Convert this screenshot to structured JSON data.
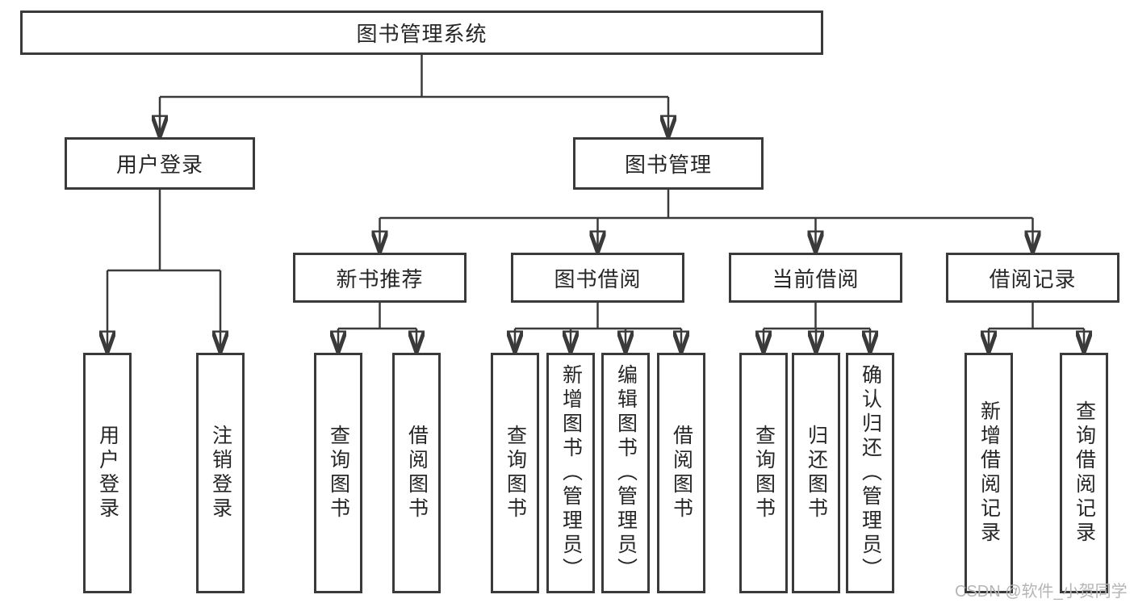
{
  "tree": {
    "root": "图书管理系统",
    "branches": [
      {
        "label": "用户登录",
        "leaves": [
          "用户登录",
          "注销登录"
        ]
      },
      {
        "label": "图书管理",
        "groups": [
          {
            "label": "新书推荐",
            "leaves": [
              "查询图书",
              "借阅图书"
            ]
          },
          {
            "label": "图书借阅",
            "leaves": [
              "查询图书",
              "新增图书（管理员）",
              "编辑图书（管理员）",
              "借阅图书"
            ]
          },
          {
            "label": "当前借阅",
            "leaves": [
              "查询图书",
              "归还图书",
              "确认归还（管理员）"
            ]
          },
          {
            "label": "借阅记录",
            "leaves": [
              "新增借阅记录",
              "查询借阅记录"
            ]
          }
        ]
      }
    ]
  },
  "watermark": {
    "text": "CSDN @软件_小贺同学"
  },
  "colors": {
    "line": "#3a3a3a",
    "text": "#262626",
    "background": "#ffffff",
    "watermark": "#b5b5b5"
  }
}
